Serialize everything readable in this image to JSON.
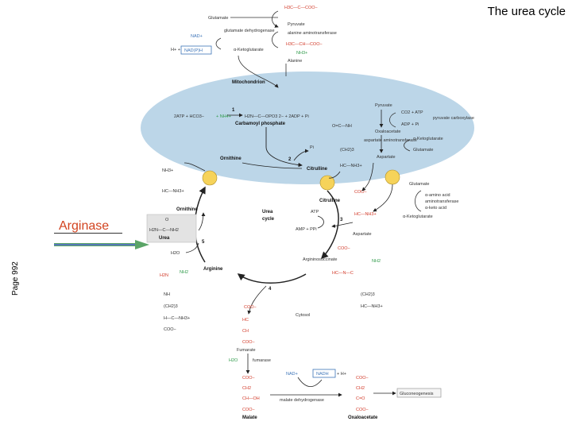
{
  "slide": {
    "title": "The urea cycle",
    "page_label": "Page 992",
    "arginase_label": "Arginase"
  },
  "colors": {
    "mitochondrion_fill": "#bcd6e8",
    "enzyme_circle": "#f6d35a",
    "arginase_text": "#d2431f",
    "arrow_green": "#5ba567",
    "arrow_blue": "#5677b8"
  },
  "diagram": {
    "mitochondrion": "Mitochondrion",
    "cytosol": "Cytosol",
    "cycle_label": [
      "Urea",
      "cycle"
    ],
    "top": {
      "alanine_top": "H3C—C—COO−",
      "glutamate": "Glutamate",
      "pyruvate": "Pyruvate",
      "alanine_aminotransferase": "alanine aminotransferase",
      "glutamate_dehydrogenase": "glutamate dehydrogenase",
      "nad": "NAD+",
      "nadph": "NAD(P)H",
      "h_plus": "H+ +",
      "alpha_kg": "α-Ketoglutarate",
      "alanine_formula": "H3C—CH—COO−",
      "nh3": "NH3+",
      "alanine": "Alanine"
    },
    "mito": {
      "step1": "1",
      "step2": "2",
      "atp_hco3": "2ATP + HCO3−",
      "nh4": "+ NH4+",
      "carbamoyl_formula": "H2N—C—OPO3 2− + 2ADP + Pi",
      "carbamoyl_phosphate": "Carbamoyl phosphate",
      "pyruvate": "Pyruvate",
      "co2_atp": "CO2 + ATP",
      "pyruvate_carboxylase": "pyruvate carboxylase",
      "adp_pi": "ADP + Pi",
      "oxaloacetate": "Oxaloacetate",
      "aspartate_aminotransferase": "aspartate aminotransferase",
      "alpha_kg": "α-Ketoglutarate",
      "glutamate": "Glutamate",
      "aspartate": "Aspartate",
      "ornithine": "Ornithine",
      "pi": "Pi",
      "citrulline": "Citrulline"
    },
    "cycle": {
      "ornithine": "Ornithine",
      "citrulline": "Citrulline",
      "step3": "3",
      "atp": "ATP",
      "amp_ppi": "AMP + PPi",
      "aspartate": "Aspartate",
      "argininosuccinate": "Argininosuccinate",
      "step4": "4",
      "arginine": "Arginine",
      "step5": "5",
      "h2o": "H2O",
      "urea": "Urea",
      "fumarate": "Fumarate",
      "glutamate": "Glutamate",
      "aa": "α-amino acid",
      "alpha_keto": "α-keto acid",
      "aminotransferase": "aminotransferase",
      "alpha_kg_right": "α-Ketoglutarate"
    },
    "bottom": {
      "h2o": "H2O",
      "fumarase": "fumarase",
      "nad": "NAD+",
      "nadh": "NADH",
      "h_plus": "+ H+",
      "malate_dehydrogenase": "malate dehydrogenase",
      "malate": "Malate",
      "oxaloacetate": "Oxaloacetate",
      "gluconeogenesis": "Gluconeogenesis"
    }
  }
}
